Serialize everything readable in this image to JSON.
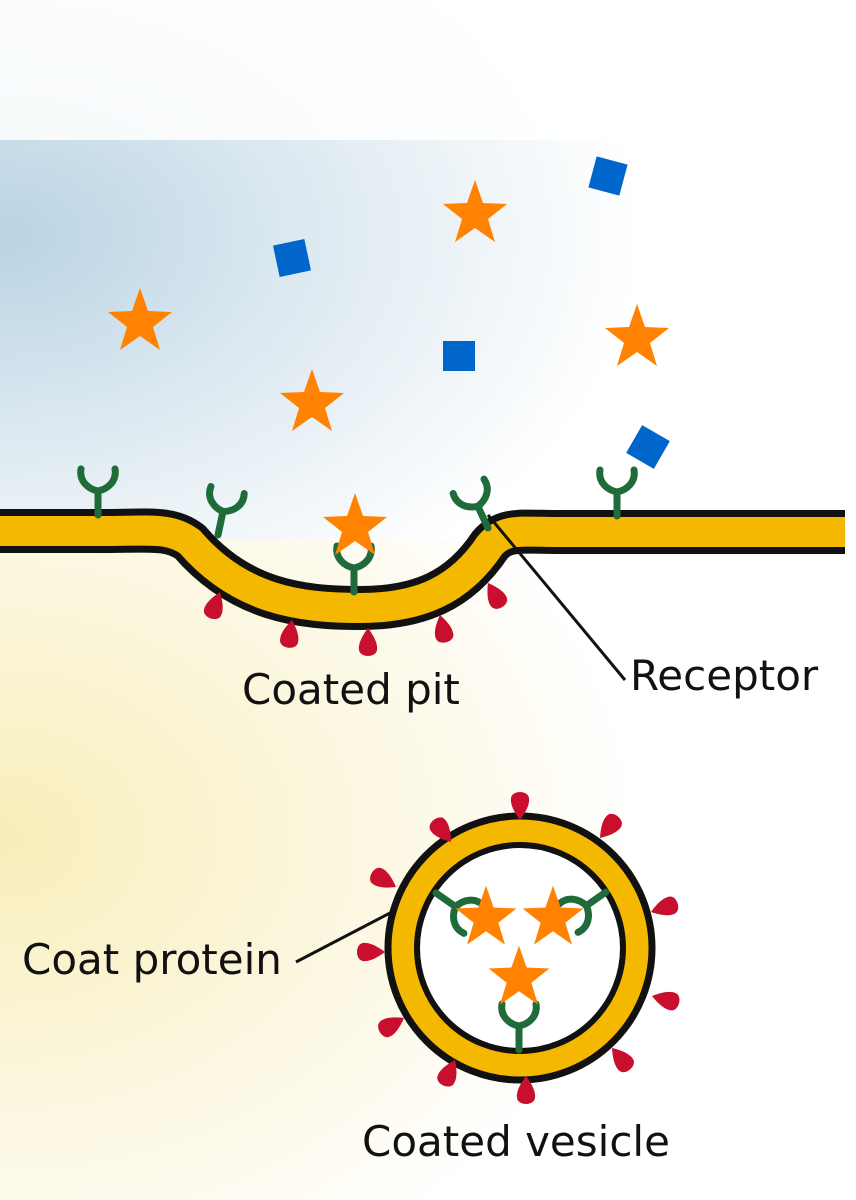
{
  "labels": {
    "receptor": "Receptor",
    "coated_pit": "Coated pit",
    "coat_protein": "Coat protein",
    "coated_vesicle": "Coated vesicle"
  },
  "colors": {
    "membrane_fill": "#f5b800",
    "membrane_outline": "#111111",
    "receptor": "#1f6b3a",
    "coat_protein": "#c8102e",
    "star_ligand": "#ff8200",
    "square_ligand": "#0066cc",
    "extracellular_tint": "#cfe1ec",
    "cytoplasm_tint": "#fbf4d3"
  },
  "icons": {
    "star_ligand": "star-ligand-icon",
    "square_ligand": "square-ligand-icon",
    "receptor": "receptor-icon",
    "coat_protein": "coat-protein-icon"
  }
}
